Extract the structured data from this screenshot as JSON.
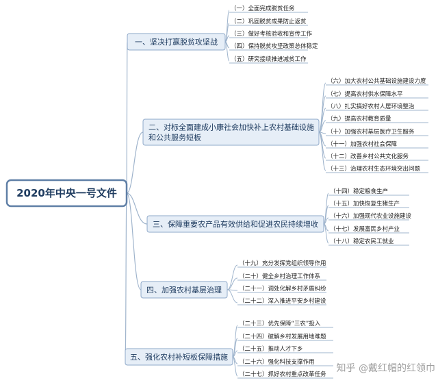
{
  "root": {
    "title": "2020年中央一号文件"
  },
  "branches": [
    {
      "label": [
        "一、坚决打赢脱贫攻坚战"
      ],
      "items": [
        "（一）全面完成脱贫任务",
        "（二）巩固脱贫成果防止返贫",
        "（三）做好考核验收和宣传工作",
        "（四）保持脱贫攻坚政策总体稳定",
        "（五）研究接续推进减贫工作"
      ]
    },
    {
      "label": [
        "二、对标全面建成小康社会加快补上农村基础设施",
        "和公共服务短板"
      ],
      "items": [
        "（六）加大农村公共基础设施建设力度",
        "（七）提高农村供水保障水平",
        "（八）扎实搞好农村人居环境整治",
        "（九）提高农村教育质量",
        "（十）加强农村基层医疗卫生服务",
        "（十一）加强农村社会保障",
        "（十二）改善乡村公共文化服务",
        "（十三）治理农村生态环境突出问题"
      ]
    },
    {
      "label": [
        "三、保障重要农产品有效供给和促进农民持续增收"
      ],
      "items": [
        "（十四）稳定粮食生产",
        "（十五）加快恢复生猪生产",
        "（十六）加强现代农业设施建设",
        "（十七）发展富民乡村产业",
        "（十八）稳定农民工就业"
      ]
    },
    {
      "label": [
        "四、加强农村基层治理"
      ],
      "items": [
        "（十九）充分发挥党组织领导作用",
        "（二十）健全乡村治理工作体系",
        "（二十一）调处化解乡村矛盾纠纷",
        "（二十二）深入推进平安乡村建设"
      ]
    },
    {
      "label": [
        "五、强化农村补短板保障措施"
      ],
      "items": [
        "（二十三）优先保障“三农”投入",
        "（二十四）破解乡村发展用地难题",
        "（二十五）推动人才下乡",
        "（二十六）强化科技支撑作用",
        "（二十七）抓好农村重点改革任务"
      ]
    }
  ],
  "watermark": {
    "text": "知乎 @戴红帽的红领巾"
  },
  "colors": {
    "root_border": "#5f7fa6",
    "branch_fill": "#e6eef7",
    "branch_border": "#8ea8c8",
    "connector": "#9fb4cc",
    "text": "#1f3c60"
  }
}
